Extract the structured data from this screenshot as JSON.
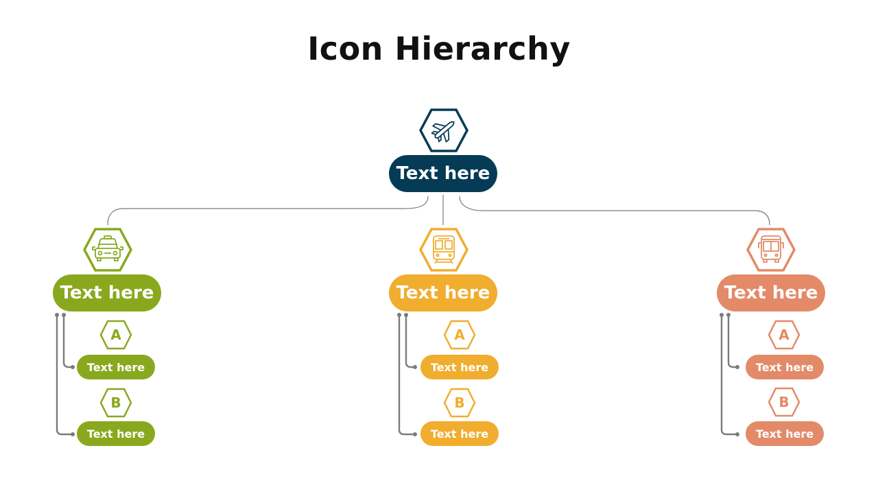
{
  "title": "Icon Hierarchy",
  "colors": {
    "root": "#063b55",
    "green": "#8aa81e",
    "orange": "#f0ad2e",
    "salmon": "#e38a68",
    "connector": "#7b7b7b"
  },
  "root": {
    "label": "Text here",
    "icon": "airplane-icon"
  },
  "branches": [
    {
      "id": "green",
      "label": "Text here",
      "icon": "car-icon",
      "children": [
        {
          "letter": "A",
          "label": "Text here"
        },
        {
          "letter": "B",
          "label": "Text here"
        }
      ]
    },
    {
      "id": "orange",
      "label": "Text here",
      "icon": "train-icon",
      "children": [
        {
          "letter": "A",
          "label": "Text here"
        },
        {
          "letter": "B",
          "label": "Text here"
        }
      ]
    },
    {
      "id": "salmon",
      "label": "Text here",
      "icon": "bus-icon",
      "children": [
        {
          "letter": "A",
          "label": "Text here"
        },
        {
          "letter": "B",
          "label": "Text here"
        }
      ]
    }
  ]
}
